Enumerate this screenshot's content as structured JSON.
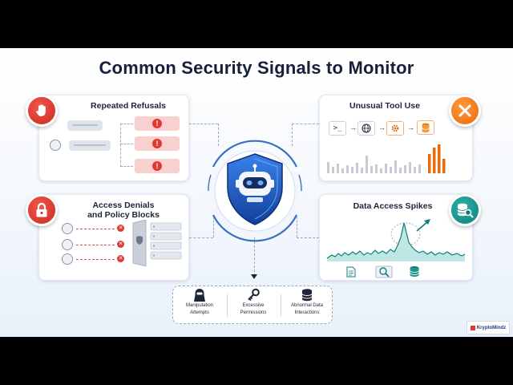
{
  "title": "Common Security Signals to Monitor",
  "cards": {
    "repeated_refusals": {
      "title": "Repeated Refusals",
      "badge_icon": "raised-hand-icon"
    },
    "unusual_tool_use": {
      "title": "Unusual Tool Use",
      "badge_icon": "wrench-screwdriver-icon",
      "tools": [
        ">_",
        "globe-icon",
        "gear-icon",
        "database-icon"
      ]
    },
    "access_denials": {
      "title_line1": "Access Denials",
      "title_line2": "and Policy Blocks",
      "badge_icon": "padlock-icon"
    },
    "data_access_spikes": {
      "title": "Data Access Spikes",
      "badge_icon": "database-search-icon"
    }
  },
  "center": {
    "icon": "robot-shield-icon"
  },
  "bottom": {
    "items": [
      {
        "line1": "Manipulation",
        "line2": "Attempts",
        "icon": "hacker-icon"
      },
      {
        "line1": "Excessive",
        "line2": "Permissions",
        "icon": "key-icon"
      },
      {
        "line1": "Abnormal Data",
        "line2": "Interactions",
        "icon": "database-icon"
      }
    ]
  },
  "logo": {
    "text": "KryptoMindz"
  },
  "colors": {
    "red": "#e03a30",
    "orange": "#ea6a0c",
    "teal": "#0f7e78",
    "shield": "#1f5fc4",
    "navy": "#16203a"
  }
}
